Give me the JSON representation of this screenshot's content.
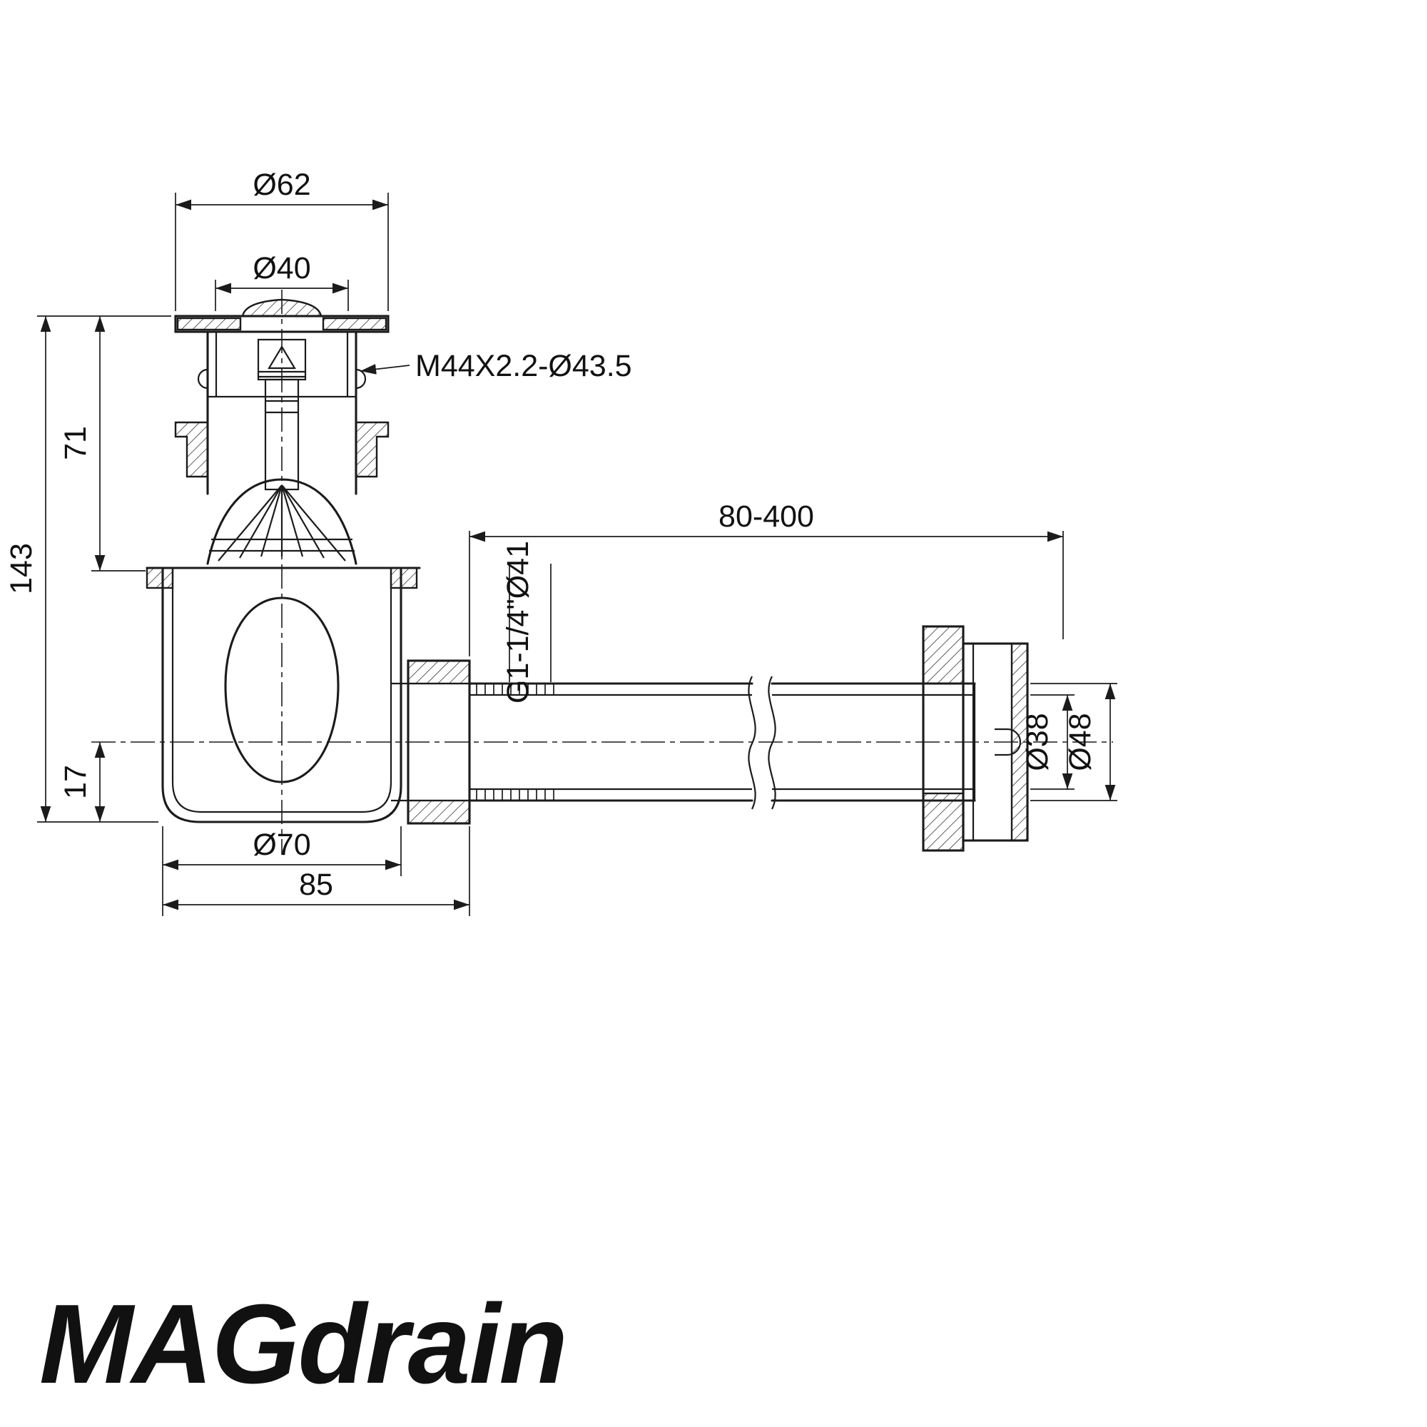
{
  "drawing": {
    "dimensions": {
      "dia62": "Ø62",
      "dia40": "Ø40",
      "thread_spec": "M44X2.2-Ø43.5",
      "height_71": "71",
      "height_143": "143",
      "height_17": "17",
      "dia70": "Ø70",
      "width_85": "85",
      "pipe_length_range": "80-400",
      "outlet_thread": "G1-1/4\"Ø41",
      "dia38": "Ø38",
      "dia48": "Ø48"
    }
  },
  "brand": {
    "logo": "MAGdrain"
  },
  "colors": {
    "line": "#1b1b1b",
    "background": "#ffffff"
  }
}
